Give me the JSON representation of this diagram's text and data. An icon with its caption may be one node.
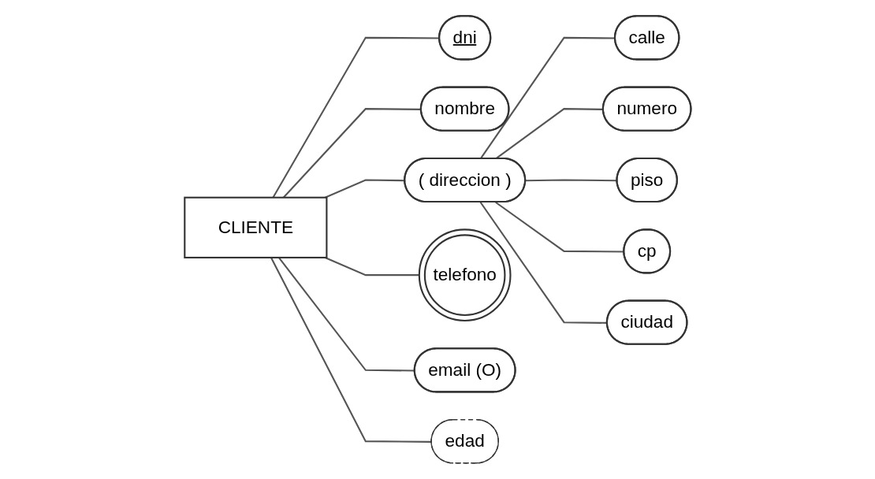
{
  "diagram": {
    "nodes": [
      {
        "text": [
          "CLIENTE"
        ]
      },
      {
        "text": [
          "dni"
        ]
      },
      {
        "text": [
          "nombre"
        ]
      },
      {
        "text": [
          "( direccion )"
        ]
      },
      {
        "text": [
          "telefono"
        ]
      },
      {
        "text": [
          "email (O)"
        ]
      },
      {
        "text": [
          "edad"
        ]
      },
      {
        "text": [
          "calle"
        ]
      },
      {
        "text": [
          "numero"
        ]
      },
      {
        "text": [
          "piso"
        ]
      },
      {
        "text": [
          "cp"
        ]
      },
      {
        "text": [
          "ciudad"
        ]
      }
    ],
    "edges": [
      {
        "from": 0,
        "to": 1,
        "arrow": "none"
      },
      {
        "from": 0,
        "to": 2,
        "arrow": "none"
      },
      {
        "from": 0,
        "to": 3,
        "arrow": "none"
      },
      {
        "from": 0,
        "to": 4,
        "arrow": "none"
      },
      {
        "from": 0,
        "to": 5,
        "arrow": "none"
      },
      {
        "from": 0,
        "to": 6,
        "arrow": "none"
      },
      {
        "from": 3,
        "to": 7,
        "arrow": "none"
      },
      {
        "from": 3,
        "to": 8,
        "arrow": "none"
      },
      {
        "from": 3,
        "to": 9,
        "arrow": "none"
      },
      {
        "from": 3,
        "to": 10,
        "arrow": "none"
      },
      {
        "from": 3,
        "to": 11,
        "arrow": "none"
      }
    ]
  }
}
